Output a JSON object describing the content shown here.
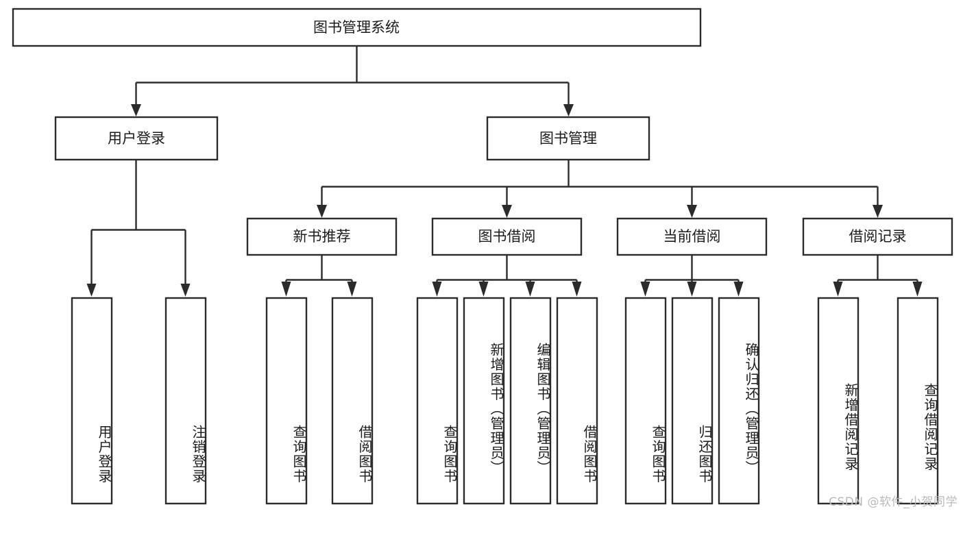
{
  "diagram": {
    "title": "图书管理系统",
    "type": "hierarchy-tree",
    "orientation": "top-down",
    "colors": {
      "box_stroke": "#2b2b2b",
      "box_fill": "#ffffff",
      "text": "#1b1b1b",
      "background": "#ffffff",
      "watermark": "#b9b9b9"
    },
    "root": {
      "id": "root",
      "label": "图书管理系统"
    },
    "level2": [
      {
        "id": "user-login",
        "label": "用户登录"
      },
      {
        "id": "book-manage",
        "label": "图书管理"
      }
    ],
    "level3": [
      {
        "id": "new-book-recommend",
        "label": "新书推荐",
        "parent": "book-manage"
      },
      {
        "id": "book-borrow",
        "label": "图书借阅",
        "parent": "book-manage"
      },
      {
        "id": "current-borrow",
        "label": "当前借阅",
        "parent": "book-manage"
      },
      {
        "id": "borrow-record",
        "label": "借阅记录",
        "parent": "book-manage"
      }
    ],
    "leaves": {
      "user-login": [
        {
          "id": "leaf-user-login",
          "label": "用户登录"
        },
        {
          "id": "leaf-logout",
          "label": "注销登录"
        }
      ],
      "new-book-recommend": [
        {
          "id": "leaf-query-book-1",
          "label": "查询图书"
        },
        {
          "id": "leaf-borrow-book-1",
          "label": "借阅图书"
        }
      ],
      "book-borrow": [
        {
          "id": "leaf-query-book-2",
          "label": "查询图书"
        },
        {
          "id": "leaf-add-book",
          "label": "新增图书（管理员）"
        },
        {
          "id": "leaf-edit-book",
          "label": "编辑图书（管理员）"
        },
        {
          "id": "leaf-borrow-book-2",
          "label": "借阅图书"
        }
      ],
      "current-borrow": [
        {
          "id": "leaf-query-book-3",
          "label": "查询图书"
        },
        {
          "id": "leaf-return-book",
          "label": "归还图书"
        },
        {
          "id": "leaf-confirm-return",
          "label": "确认归还（管理员）"
        }
      ],
      "borrow-record": [
        {
          "id": "leaf-add-record",
          "label": "新增借阅记录"
        },
        {
          "id": "leaf-query-record",
          "label": "查询借阅记录"
        }
      ]
    }
  },
  "watermark": {
    "text": "CSDN @软件_小贺同学"
  }
}
